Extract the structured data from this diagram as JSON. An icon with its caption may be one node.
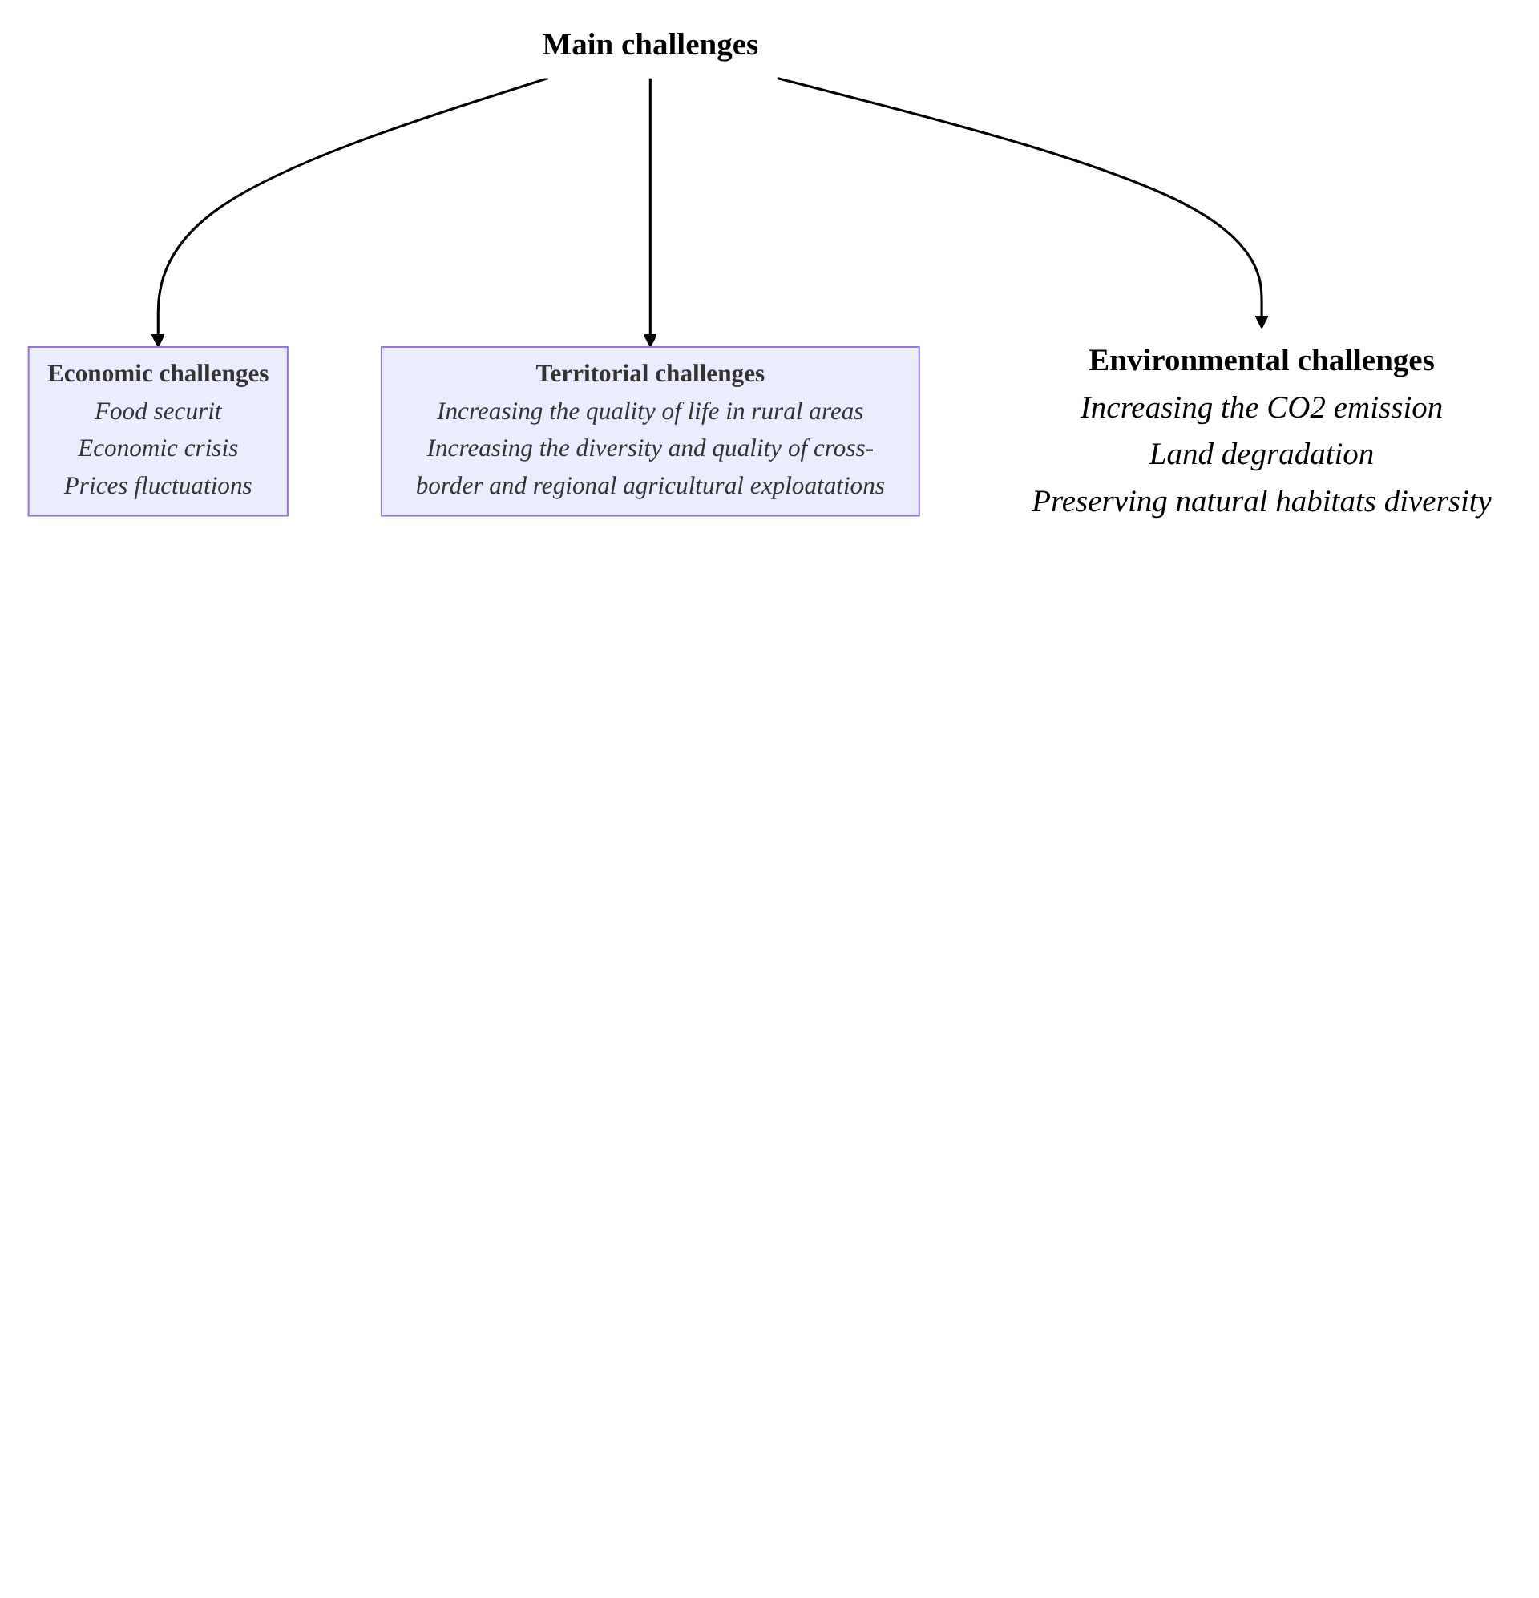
{
  "diagram": {
    "nodes": [
      {
        "text": [
          "Main challenges"
        ]
      },
      {
        "text": [
          "Economic challenges",
          "Food securit",
          "Economic crisis",
          "Prices fluctuations"
        ]
      },
      {
        "text": [
          "Territorial challenges",
          "Increasing the quality of life in rural areas",
          "Increasing the diversity and quality of cross-border and regional agricultural exploatations"
        ]
      },
      {
        "text": [
          "Environmental challenges",
          "Increasing the CO2 emission",
          "Land degradation",
          "Preserving natural habitats diversity"
        ]
      }
    ],
    "edges": [
      {
        "from": 0,
        "to": 1,
        "arrow": "to"
      },
      {
        "from": 0,
        "to": 2,
        "arrow": "to"
      },
      {
        "from": 0,
        "to": 3,
        "arrow": "to"
      }
    ]
  }
}
